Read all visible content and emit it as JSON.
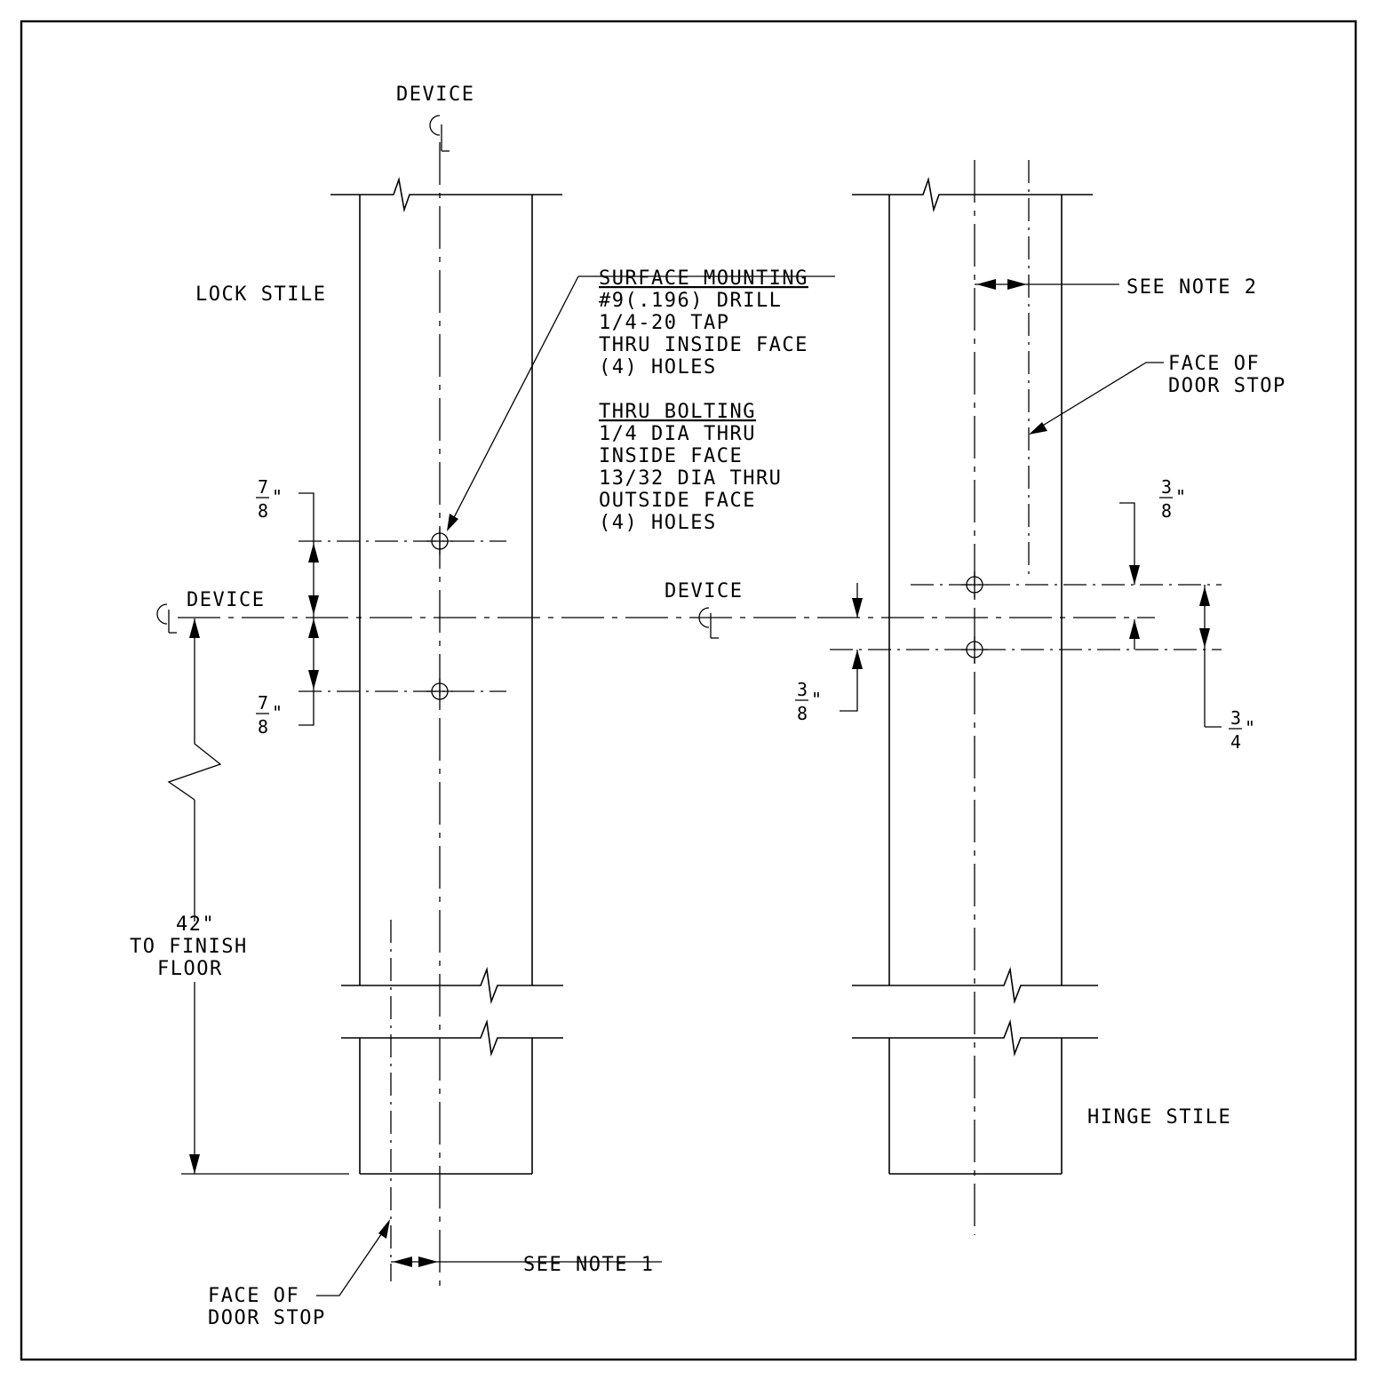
{
  "labels": {
    "device_top": "DEVICE",
    "device_left": "DEVICE",
    "device_mid": "DEVICE",
    "lock_stile": "LOCK STILE",
    "hinge_stile": "HINGE STILE",
    "see_note_1": "SEE NOTE 1",
    "see_note_2": "SEE NOTE 2",
    "face_stop_right_1": "FACE OF",
    "face_stop_right_2": "DOOR STOP",
    "face_stop_left_1": "FACE OF",
    "face_stop_left_2": "DOOR STOP",
    "floor_1": "42\"",
    "floor_2": "TO FINISH",
    "floor_3": "FLOOR"
  },
  "notes": {
    "surface_heading": "SURFACE MOUNTING",
    "surface_lines": [
      "#9(.196) DRILL",
      "1/4-20 TAP",
      "THRU INSIDE FACE",
      "(4) HOLES"
    ],
    "thru_heading": "THRU BOLTING",
    "thru_lines": [
      "1/4 DIA THRU",
      "INSIDE FACE",
      "13/32 DIA THRU",
      "OUTSIDE FACE",
      "(4) HOLES"
    ]
  },
  "dimensions": {
    "upper_left": {
      "num": "7",
      "den": "8",
      "unit": "\""
    },
    "lower_left": {
      "num": "7",
      "den": "8",
      "unit": "\""
    },
    "upper_right": {
      "num": "3",
      "den": "8",
      "unit": "\""
    },
    "lower_right": {
      "num": "3",
      "den": "8",
      "unit": "\""
    },
    "total_right": {
      "num": "3",
      "den": "4",
      "unit": "\""
    }
  },
  "symbols": {
    "centerline": "centerline-symbol",
    "hole": "crosshair-hole-symbol"
  }
}
